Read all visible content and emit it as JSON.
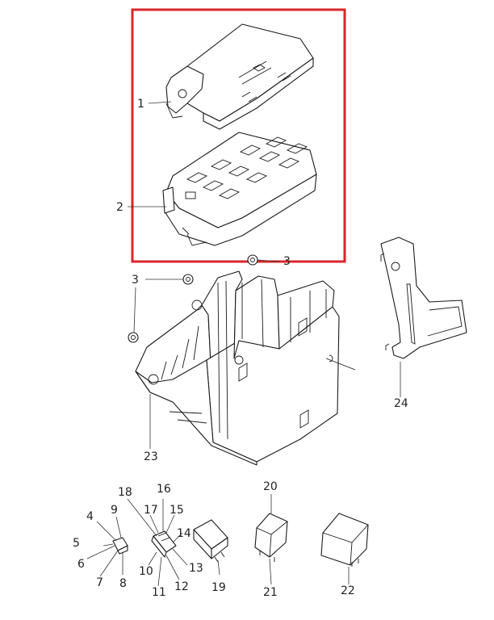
{
  "labels": {
    "l1": "1",
    "l2": "2",
    "l3a": "3",
    "l3b": "3",
    "l4": "4",
    "l5": "5",
    "l6": "6",
    "l7": "7",
    "l8": "8",
    "l9": "9",
    "l10": "10",
    "l11": "11",
    "l12": "12",
    "l13": "13",
    "l14": "14",
    "l15": "15",
    "l16": "16",
    "l17": "17",
    "l18": "18",
    "l19": "19",
    "l20": "20",
    "l21": "21",
    "l22": "22",
    "l23": "23",
    "l24": "24"
  },
  "colors": {
    "highlight": "#d9262b",
    "line": "#1a1a1a",
    "label": "#222222"
  }
}
